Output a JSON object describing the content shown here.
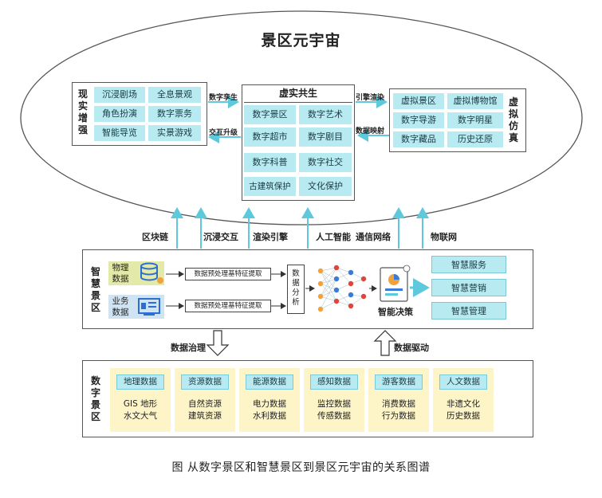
{
  "title": "景区元宇宙",
  "caption": "图 从数字景区和智慧景区到景区元宇宙的关系图谱",
  "left_panel": {
    "label": "现实增强",
    "items": [
      "沉浸剧场",
      "全息景观",
      "角色扮演",
      "数字票务",
      "智能导览",
      "实景游戏"
    ]
  },
  "center_panel": {
    "header": "虚实共生",
    "items": [
      "数字景区",
      "数字艺术",
      "数字超市",
      "数字剧目",
      "数字科普",
      "数字社交",
      "古建筑保护",
      "文化保护"
    ]
  },
  "right_panel": {
    "label": "虚拟仿真",
    "items": [
      "虚拟景区",
      "虚拟博物馆",
      "数字导游",
      "数字明星",
      "数字藏品",
      "历史还原"
    ]
  },
  "connectors": {
    "digital_twin": "数字孪生",
    "interaction_upgrade": "交互升级",
    "engine_render": "引擎渲染",
    "data_mapping": "数据映射"
  },
  "tech_labels": [
    "区块链",
    "沉浸交互",
    "渲染引擎",
    "人工智能",
    "通信网络",
    "物联网"
  ],
  "smart": {
    "label": "智慧景区",
    "physical_data": "物理数据",
    "business_data": "业务数据",
    "process": "数据预处理基特征提取",
    "analysis": "数据分析",
    "decision": "智能决策",
    "services": [
      "智慧服务",
      "智慧营销",
      "智慧管理"
    ]
  },
  "flows": {
    "governance": "数据治理",
    "driven": "数据驱动"
  },
  "digital": {
    "label": "数字景区",
    "groups": [
      {
        "title": "地理数据",
        "lines": [
          "GIS 地形",
          "水文大气"
        ]
      },
      {
        "title": "资源数据",
        "lines": [
          "自然资源",
          "建筑资源"
        ]
      },
      {
        "title": "能源数据",
        "lines": [
          "电力数据",
          "水利数据"
        ]
      },
      {
        "title": "感知数据",
        "lines": [
          "监控数据",
          "传感数据"
        ]
      },
      {
        "title": "游客数据",
        "lines": [
          "消费数据",
          "行为数据"
        ]
      },
      {
        "title": "人文数据",
        "lines": [
          "非遗文化",
          "历史数据"
        ]
      }
    ]
  },
  "colors": {
    "accent": "#b8eaf2",
    "accent_border": "#7cc9d6",
    "arrow": "#5ec8dc",
    "yellow": "#fdf5c8"
  }
}
